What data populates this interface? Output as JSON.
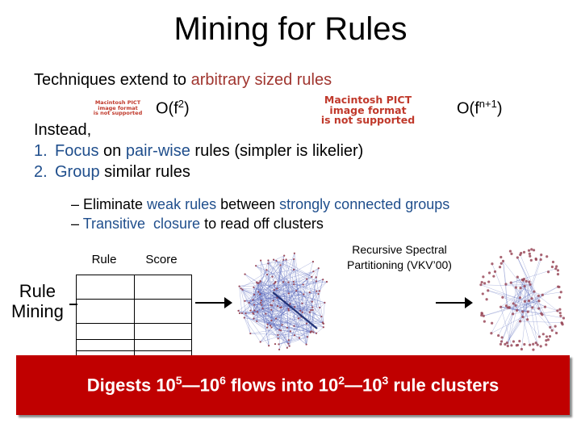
{
  "title": "Mining for Rules",
  "line1": {
    "text": "Techniques extend to ",
    "highlight": "arbitrary sized rules"
  },
  "complexity": {
    "left": {
      "prefix": "O(f",
      "exp": "2",
      "suffix": ")"
    },
    "right": {
      "prefix": "O(f",
      "exp": "n+1",
      "suffix": ")"
    }
  },
  "image_placeholders": {
    "small": [
      "Macintosh PICT",
      "image format",
      "is not supported"
    ],
    "large": [
      "Macintosh PICT",
      "image format",
      "is not supported"
    ]
  },
  "instead": "Instead,",
  "list": [
    {
      "num": "1.",
      "parts": [
        {
          "t": "Focus",
          "c": "blue"
        },
        {
          "t": " on ",
          "c": "black"
        },
        {
          "t": "pair-wise",
          "c": "blue"
        },
        {
          "t": " rules (simpler is likelier)",
          "c": "black"
        }
      ]
    },
    {
      "num": "2.",
      "parts": [
        {
          "t": "Group",
          "c": "blue"
        },
        {
          "t": " similar rules",
          "c": "black"
        }
      ]
    }
  ],
  "sublist": [
    {
      "parts": [
        {
          "t": "Eliminate ",
          "c": "black"
        },
        {
          "t": "weak rules",
          "c": "blue"
        },
        {
          "t": " between ",
          "c": "black"
        },
        {
          "t": "strongly connected groups",
          "c": "blue"
        }
      ]
    },
    {
      "parts": [
        {
          "t": "Transitive  closure",
          "c": "blue"
        },
        {
          "t": " to read off clusters",
          "c": "black"
        }
      ]
    }
  ],
  "table": {
    "col1": "Rule",
    "col2": "Score",
    "empty_rows": 6
  },
  "rule_mining_label": [
    "Rule",
    "Mining"
  ],
  "spectral_label": [
    "Recursive Spectral",
    "Partitioning (VKV’00)"
  ],
  "banner": {
    "t1": "Digests 10",
    "e1": "5",
    "t2": "—10",
    "e2": "6",
    "t3": " flows into 10",
    "e3": "2",
    "t4": "—10",
    "e4": "3",
    "t5": " rule clusters"
  },
  "colors": {
    "highlight_red": "#a0352f",
    "blue_text": "#1f4e8c",
    "banner_bg": "#c00000",
    "graph_edges": "#5566bb",
    "graph_nodes": "#9a4a5a"
  }
}
